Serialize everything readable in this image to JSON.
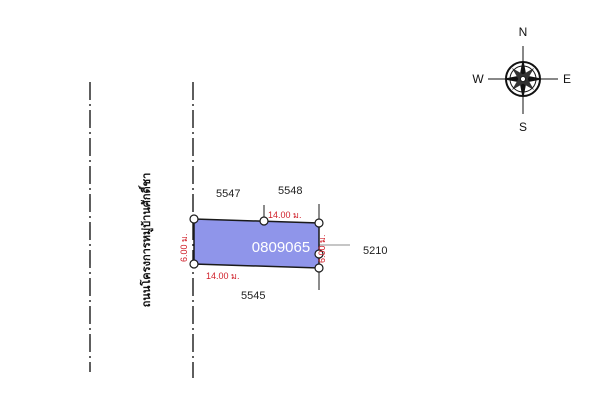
{
  "road": {
    "name": "ถนนโครงการหมู่บ้านศักดิ์ชา"
  },
  "compass": {
    "north": "N",
    "south": "S",
    "east": "E",
    "west": "W"
  },
  "parcel": {
    "id": "0809065",
    "fill_color": "#8f95ea",
    "outline_color": "#1a1a1a"
  },
  "neighbors": {
    "top_left": "5547",
    "top_right": "5548",
    "right": "5210",
    "bottom": "5545"
  },
  "dimensions": {
    "top": "14.00 ม.",
    "bottom": "14.00 ม.",
    "left": "6.00 ม.",
    "right": "6.00 ม."
  },
  "colors": {
    "dimension_text": "#d0202a",
    "lines": "#1a1a1a"
  }
}
